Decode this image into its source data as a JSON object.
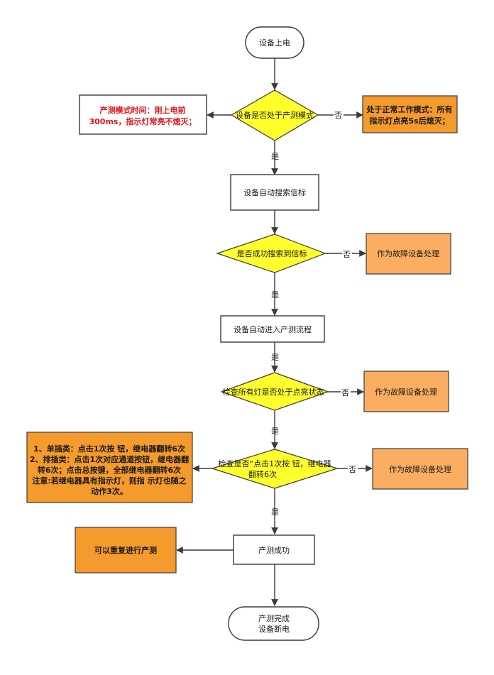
{
  "colors": {
    "decision_fill": "#ffff2e",
    "orange_dark": "#f59a2c",
    "orange_light": "#fbae62",
    "line": "#3a3a3a",
    "red_text": "#e3161b"
  },
  "nodes": {
    "start": "设备上电",
    "decision_test_mode": "设备是否处于产测模式",
    "note_test_mode_lines": [
      "产测模式时间：刚上电前",
      "300ms，指示灯常亮不熄灭；"
    ],
    "note_normal_mode_lines": [
      "处于正常工作模式：所有",
      "指示灯点亮5s后熄灭；"
    ],
    "process_search_beacon": "设备自动搜索信标",
    "decision_beacon_found": "是否成功搜索到信标",
    "fault_1": "作为故障设备处理",
    "process_enter_test": "设备自动进入产测流程",
    "decision_all_lights": "检查所有灯是否处于点亮状态",
    "fault_2": "作为故障设备处理",
    "decision_relay_lines": [
      "检查是否“点击1次按 钮，继电器",
      "翻转6次"
    ],
    "note_relay_lines": [
      "1、单插类：点击1次按 钮，继电器翻转6次",
      "2、排插类：点击1次对应通道按钮，继电器翻",
      "转6次；点击总按键，全部继电器翻转6次",
      "注意:若继电器具有指示灯，则指 示灯也随之",
      "动作3次。"
    ],
    "fault_3": "作为故障设备处理",
    "process_success": "产测成功",
    "note_repeat": "可以重复进行产测",
    "end_lines": [
      "产测完成",
      "设备断电"
    ]
  },
  "edge_labels": {
    "no_1": "否",
    "yes_1": "是",
    "no_2": "否",
    "yes_2": "是",
    "yes_3": "是",
    "no_3": "否",
    "yes_4": "是",
    "no_4": "否",
    "yes_5": "是"
  }
}
